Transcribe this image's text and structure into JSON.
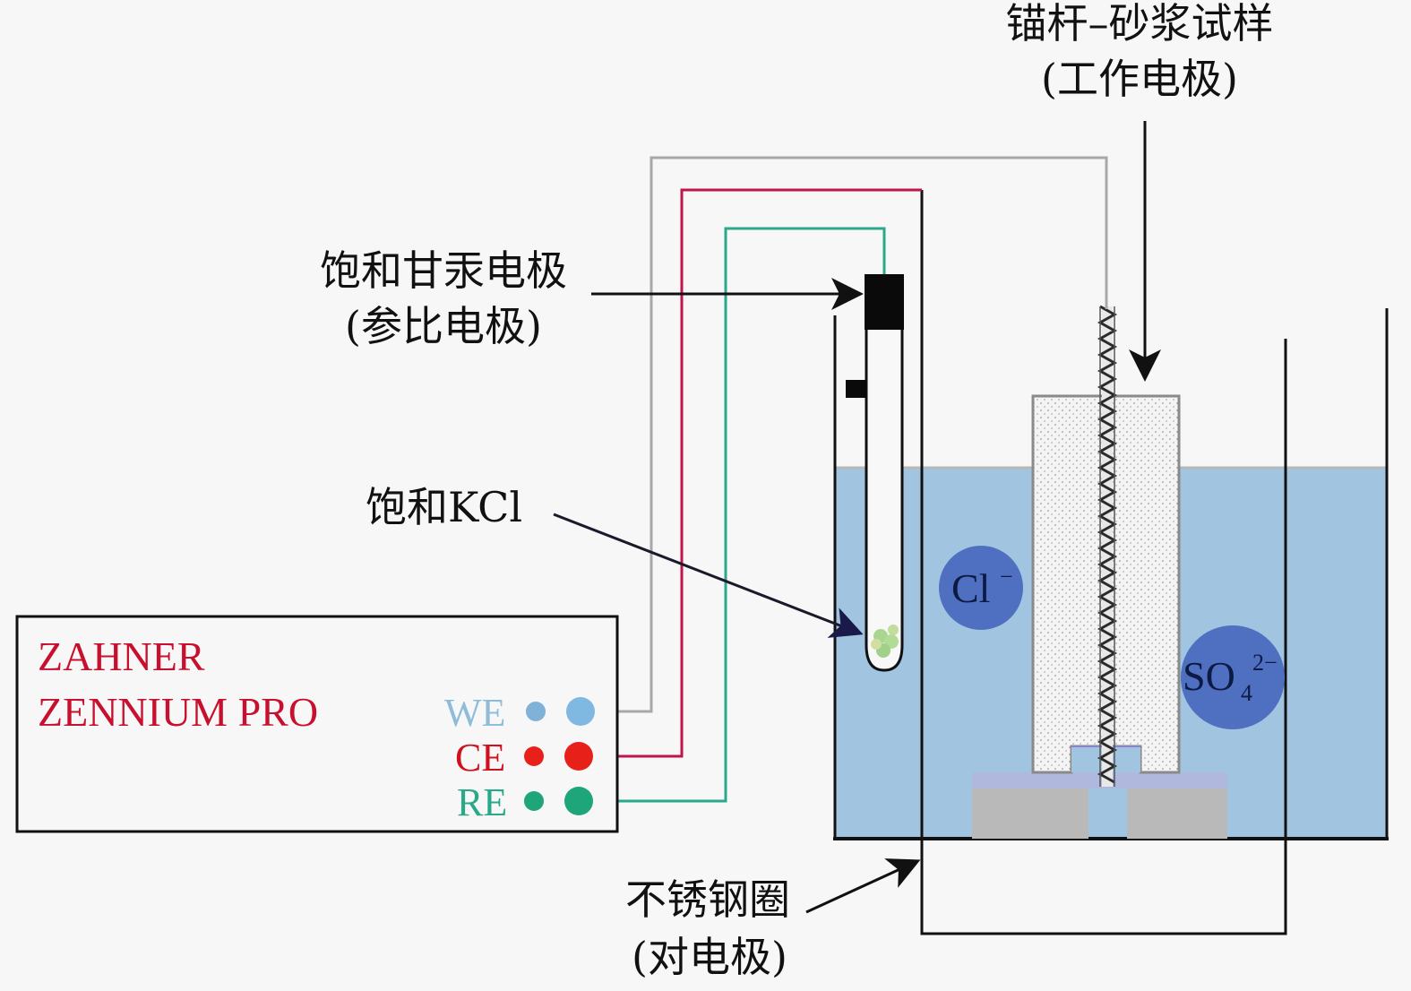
{
  "labels": {
    "sample_title": "锚杆–砂浆试样",
    "sample_sub": "(工作电极)",
    "ref_title": "饱和甘汞电极",
    "ref_sub": "(参比电极)",
    "kcl": "饱和KCl",
    "counter_title": "不锈钢圈",
    "counter_sub": "(对电极)"
  },
  "instrument": {
    "line1": "ZAHNER",
    "line2": "ZENNIUM PRO",
    "ports": [
      {
        "label": "WE",
        "color": "#7fb2d6",
        "wire": "#a8a8a8"
      },
      {
        "label": "CE",
        "color": "#e8201a",
        "wire": "#c0144a"
      },
      {
        "label": "RE",
        "color": "#1fa57a",
        "wire": "#2aa88a"
      }
    ]
  },
  "ions": {
    "chloride": {
      "base": "Cl",
      "charge": "−"
    },
    "sulfate": {
      "base": "SO",
      "sub": "4",
      "charge": "2−"
    }
  },
  "colors": {
    "solution": "#a1c4e0",
    "ion_fill": "#4f70c0",
    "brand_text": "#c8102e"
  }
}
